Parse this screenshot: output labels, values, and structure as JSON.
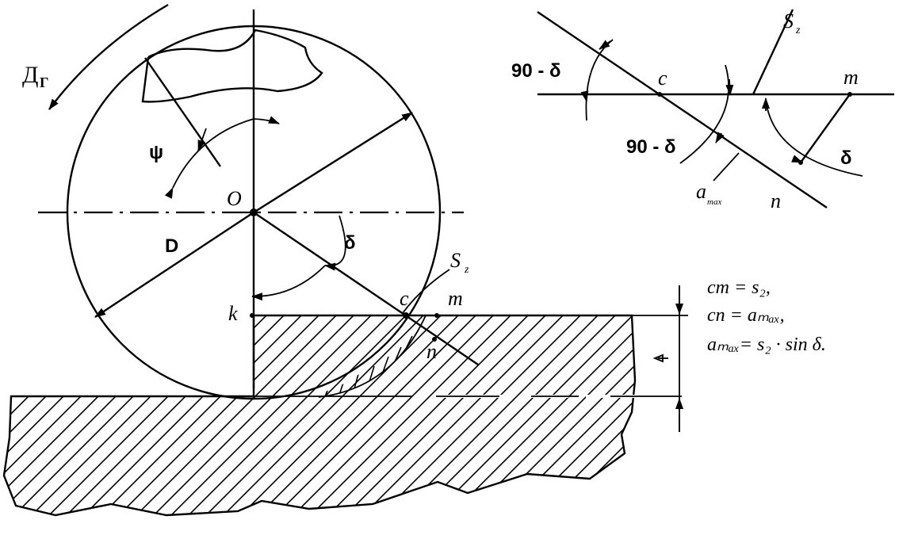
{
  "labels": {
    "dg": "Д",
    "dg_sub": "Г",
    "psi": "ψ",
    "o": "O",
    "d": "D",
    "delta": "δ",
    "sz_main": "S",
    "sz_main_sub": "z",
    "k": "k",
    "c": "c",
    "m": "m",
    "n": "n"
  },
  "inset": {
    "angle_left": "90 - δ",
    "angle_bottom": "90 - δ",
    "delta": "δ",
    "c": "c",
    "m": "m",
    "n": "n",
    "sz": "S",
    "sz_sub": "z",
    "amax": "a",
    "amax_sub": "max"
  },
  "formulas": {
    "line1": "cm = s₂,",
    "line2": "cn = aₘₐₓ,",
    "line3": "aₘₐₓ= s₂ · sin δ."
  }
}
